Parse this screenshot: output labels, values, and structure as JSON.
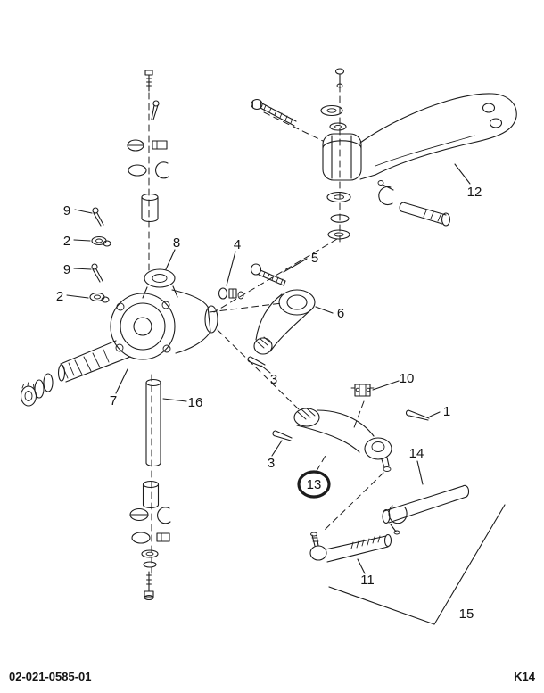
{
  "page": {
    "background": "#ffffff",
    "line_color": "#1c1c1c",
    "highlight_color": "#2f9e41"
  },
  "footer": {
    "doc_number": "02-021-0585-01",
    "page_code": "K14"
  },
  "callouts": [
    {
      "id": "callout-9a",
      "label": "9"
    },
    {
      "id": "callout-2a",
      "label": "2"
    },
    {
      "id": "callout-9b",
      "label": "9"
    },
    {
      "id": "callout-2b",
      "label": "2"
    },
    {
      "id": "callout-8",
      "label": "8"
    },
    {
      "id": "callout-4",
      "label": "4"
    },
    {
      "id": "callout-5",
      "label": "5"
    },
    {
      "id": "callout-6",
      "label": "6"
    },
    {
      "id": "callout-7",
      "label": "7"
    },
    {
      "id": "callout-3a",
      "label": "3"
    },
    {
      "id": "callout-16",
      "label": "16"
    },
    {
      "id": "callout-12",
      "label": "12"
    },
    {
      "id": "callout-10",
      "label": "10"
    },
    {
      "id": "callout-1",
      "label": "1"
    },
    {
      "id": "callout-3b",
      "label": "3"
    },
    {
      "id": "callout-13",
      "label": "13",
      "highlighted": true
    },
    {
      "id": "callout-14",
      "label": "14"
    },
    {
      "id": "callout-11",
      "label": "11"
    },
    {
      "id": "callout-15",
      "label": "15"
    }
  ]
}
